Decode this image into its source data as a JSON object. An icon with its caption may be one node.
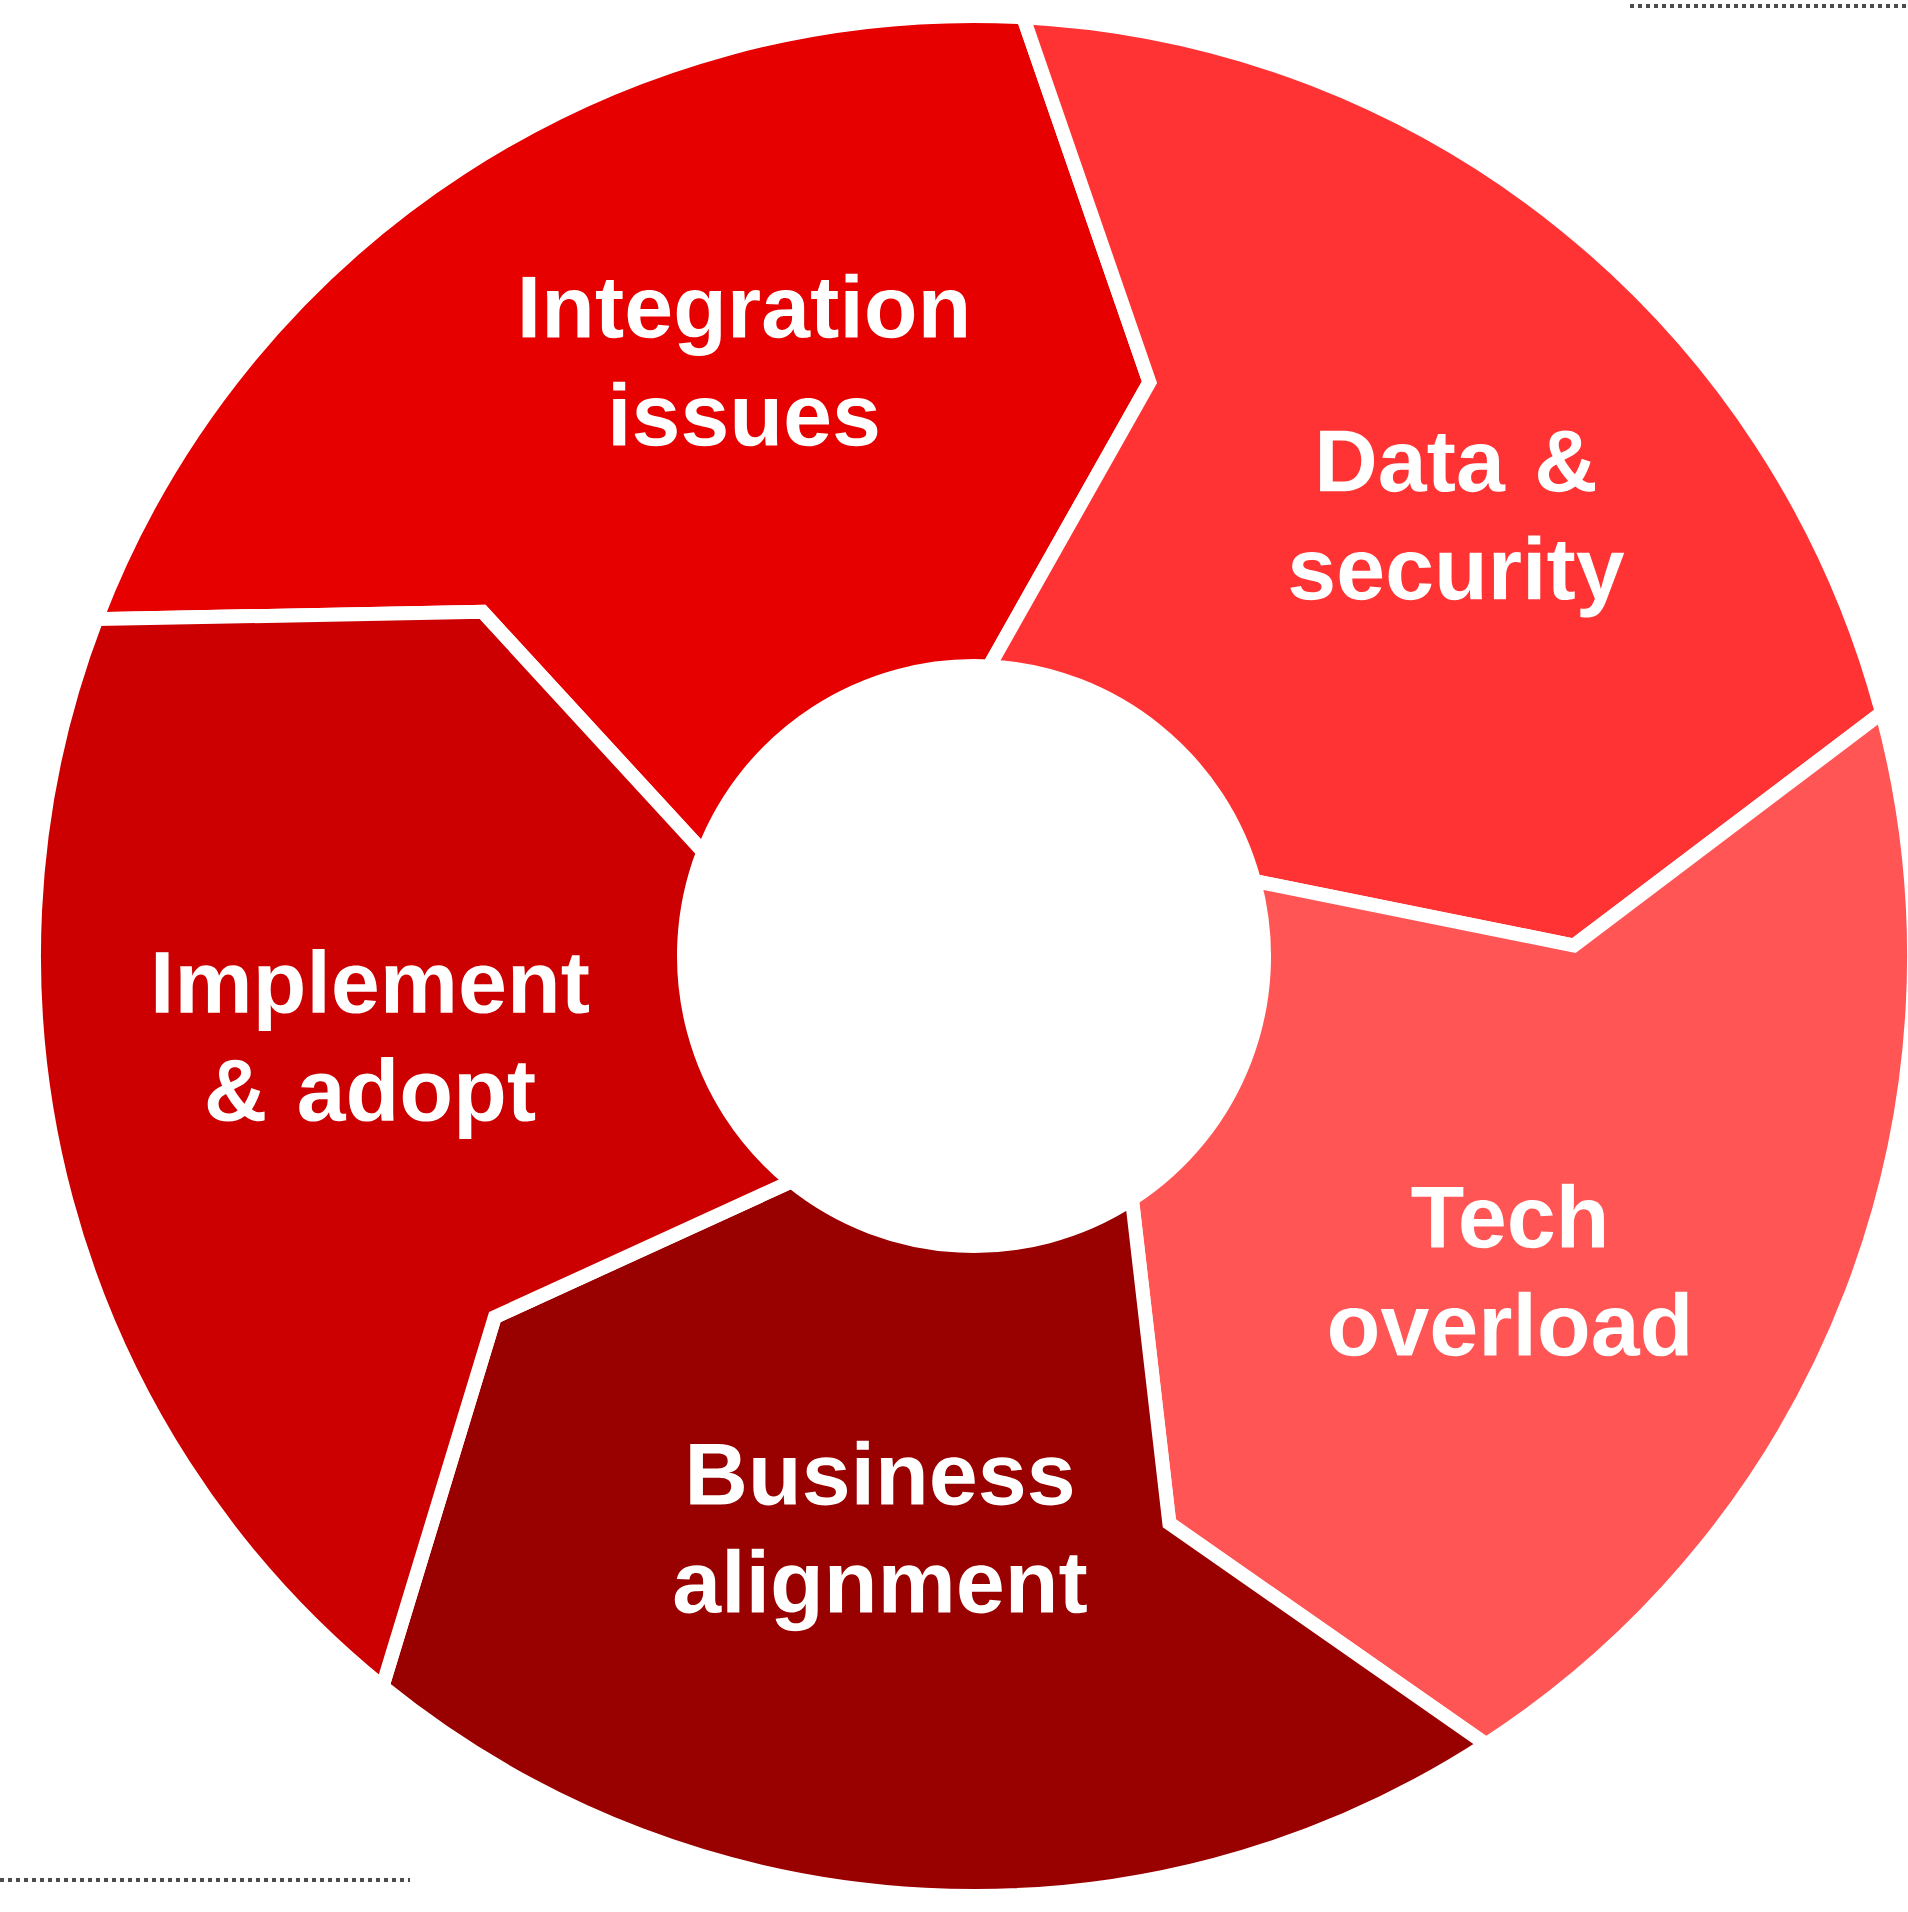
{
  "diagram": {
    "nodes": [
      {
        "text": [
          "Integration issues"
        ]
      },
      {
        "text": [
          "Data & security"
        ]
      },
      {
        "text": [
          "Tech overload"
        ]
      },
      {
        "text": [
          "Business alignment"
        ]
      },
      {
        "text": [
          "Implement & adopt"
        ]
      }
    ]
  }
}
